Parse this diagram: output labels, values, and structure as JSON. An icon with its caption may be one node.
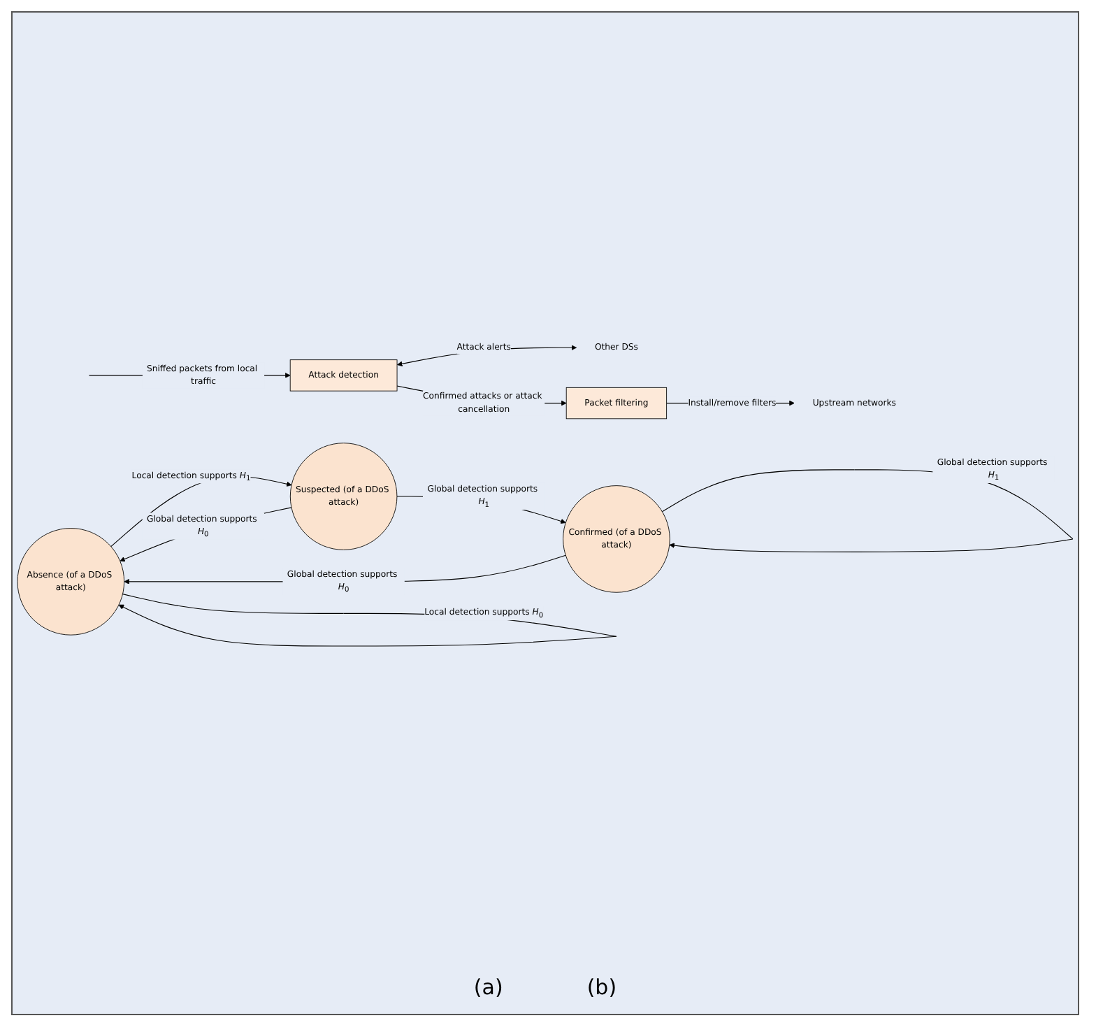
{
  "diagram": {
    "nodes": [
      {
        "text": [
          "Other DSs"
        ]
      },
      {
        "text": [
          "Upstream networks"
        ]
      },
      {
        "text": [
          "Attack detection"
        ]
      },
      {
        "text": [
          "Packet filtering"
        ]
      },
      {
        "text": [
          "Absence (of a DDoS attack)"
        ]
      },
      {
        "text": [
          "Confirmed (of a DDoS attack)"
        ]
      },
      {
        "text": [
          "Suspected (of a DDoS attack)"
        ]
      }
    ],
    "edges": [
      {
        "from": null,
        "to": 2,
        "arrow": "to",
        "label": "Sniffed packets from local traffic"
      },
      {
        "from": 2,
        "to": 0,
        "arrow": "both",
        "label": "Attack alerts"
      },
      {
        "from": 2,
        "to": 3,
        "arrow": "to",
        "label": "Confirmed attacks or attack cancellation"
      },
      {
        "from": 3,
        "to": 1,
        "arrow": "to",
        "label": "Install/remove filters"
      },
      {
        "from": 4,
        "to": 4,
        "arrow": "to",
        "label": "Local detection supports *H*$_{0}$"
      },
      {
        "from": 4,
        "to": 6,
        "arrow": "to",
        "label": "Local detection supports *H*$_{1}$"
      },
      {
        "from": 5,
        "to": 5,
        "arrow": "to",
        "label": "Global detection supports *H*$_{1}$"
      },
      {
        "from": 6,
        "to": 5,
        "arrow": "to",
        "label": "Global detection supports *H*$_{1}$"
      },
      {
        "from": 5,
        "to": 4,
        "arrow": "to",
        "label": "Global detection supports *H*$_{0}$"
      },
      {
        "from": 6,
        "to": 4,
        "arrow": "to",
        "label": "Global detection supports *H*$_{0}$"
      }
    ],
    "labels": [
      "(a)",
      "(b)"
    ]
  }
}
